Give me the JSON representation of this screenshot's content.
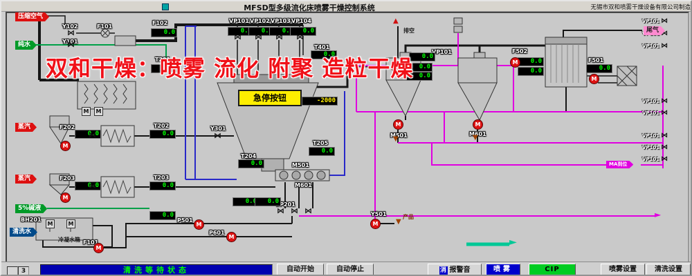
{
  "window": {
    "title": "MFSD型多级流化床喷雾干燥控制系统",
    "company": "无锡市双和喷雾干燥设备有限公司制造"
  },
  "watermark": "双和干燥：喷雾 流化 附聚 造粒干燥",
  "emergency_stop": "急停按钮",
  "icons": {
    "valve": "⋈",
    "motor": "M",
    "arrow_up": "▲",
    "arrow_down": "▼",
    "arrow_right": "►"
  },
  "tags": {
    "compressed_air": "压缩空气",
    "pure_water": "纯水",
    "steam_1": "蒸汽",
    "steam_2": "蒸汽",
    "alkali": "5%碱液",
    "wash_water": "清洗水",
    "tail_gas": "尾气",
    "ma_status": "MA到位"
  },
  "labels": {
    "y102": "Y102",
    "f101": "F101",
    "f102": "F102",
    "y101": "Y101",
    "t201": "T201",
    "vp101": "VP101",
    "vp102": "VP102",
    "vp103": "VP103",
    "vp104": "VP104",
    "t401": "T401",
    "paikong": "排空",
    "vp101_vent": "VP101",
    "f502": "F502",
    "f501": "F501",
    "f202": "F202",
    "t202": "T202",
    "y301": "Y301",
    "f203": "F203",
    "t203": "T203",
    "t204": "T204",
    "t205": "T205",
    "m501_screw": "M501",
    "m601": "M601",
    "vp201": "VP201",
    "m501_cyclone": "M501",
    "m601_cyclone": "M601",
    "bh201": "BH201",
    "condensate_tank": "冷凝水箱",
    "f101_pump": "F101",
    "p501": "P501",
    "p601": "P601",
    "y501": "Y501",
    "product": "产品"
  },
  "displays": [
    {
      "id": "F102",
      "value": "0.0"
    },
    {
      "id": "T201",
      "value": "0.0"
    },
    {
      "id": "VP101",
      "value": "0.0"
    },
    {
      "id": "VP102",
      "value": "0.0"
    },
    {
      "id": "VP103",
      "value": "0.0"
    },
    {
      "id": "VP104",
      "value": "0.0"
    },
    {
      "id": "T401",
      "value": "0.0"
    },
    {
      "id": "VP101-vent",
      "value": "0.0"
    },
    {
      "id": "cyclone-inlet-top",
      "value": "0.0"
    },
    {
      "id": "cyclone-inlet-bottom",
      "value": "0.0"
    },
    {
      "id": "F502-upper",
      "value": "0.0"
    },
    {
      "id": "F502-lower",
      "value": "0.0"
    },
    {
      "id": "F501",
      "value": "0.0"
    },
    {
      "id": "dryer-weight",
      "value": "-2000"
    },
    {
      "id": "T202",
      "value": "0.0"
    },
    {
      "id": "F202",
      "value": "0.0"
    },
    {
      "id": "T203",
      "value": "0.0"
    },
    {
      "id": "F203",
      "value": "0.0"
    },
    {
      "id": "T204",
      "value": "0.0"
    },
    {
      "id": "T205",
      "value": "0.0"
    },
    {
      "id": "feeder-left",
      "value": "0.0"
    },
    {
      "id": "feeder-right",
      "value": "0.0"
    },
    {
      "id": "condensate",
      "value": "0.0"
    }
  ],
  "right_column": {
    "items": [
      {
        "label": "VP101"
      },
      {
        "label": "VP101"
      },
      {
        "label": "VP101"
      },
      {
        "label": "VP101"
      },
      {
        "label": "VP101"
      },
      {
        "label": "VP101"
      },
      {
        "label": "VP101"
      },
      {
        "label": "VP101"
      }
    ]
  },
  "bottom_bar": {
    "page": "3",
    "status": "清洗等待状态",
    "auto_start": "自动开始",
    "auto_stop": "自动停止",
    "mute_prefix": "消",
    "mute_label": "报警音",
    "spray": "喷雾",
    "cip": "CIP",
    "spray_settings": "喷雾设置",
    "clean_settings": "清洗设置"
  }
}
